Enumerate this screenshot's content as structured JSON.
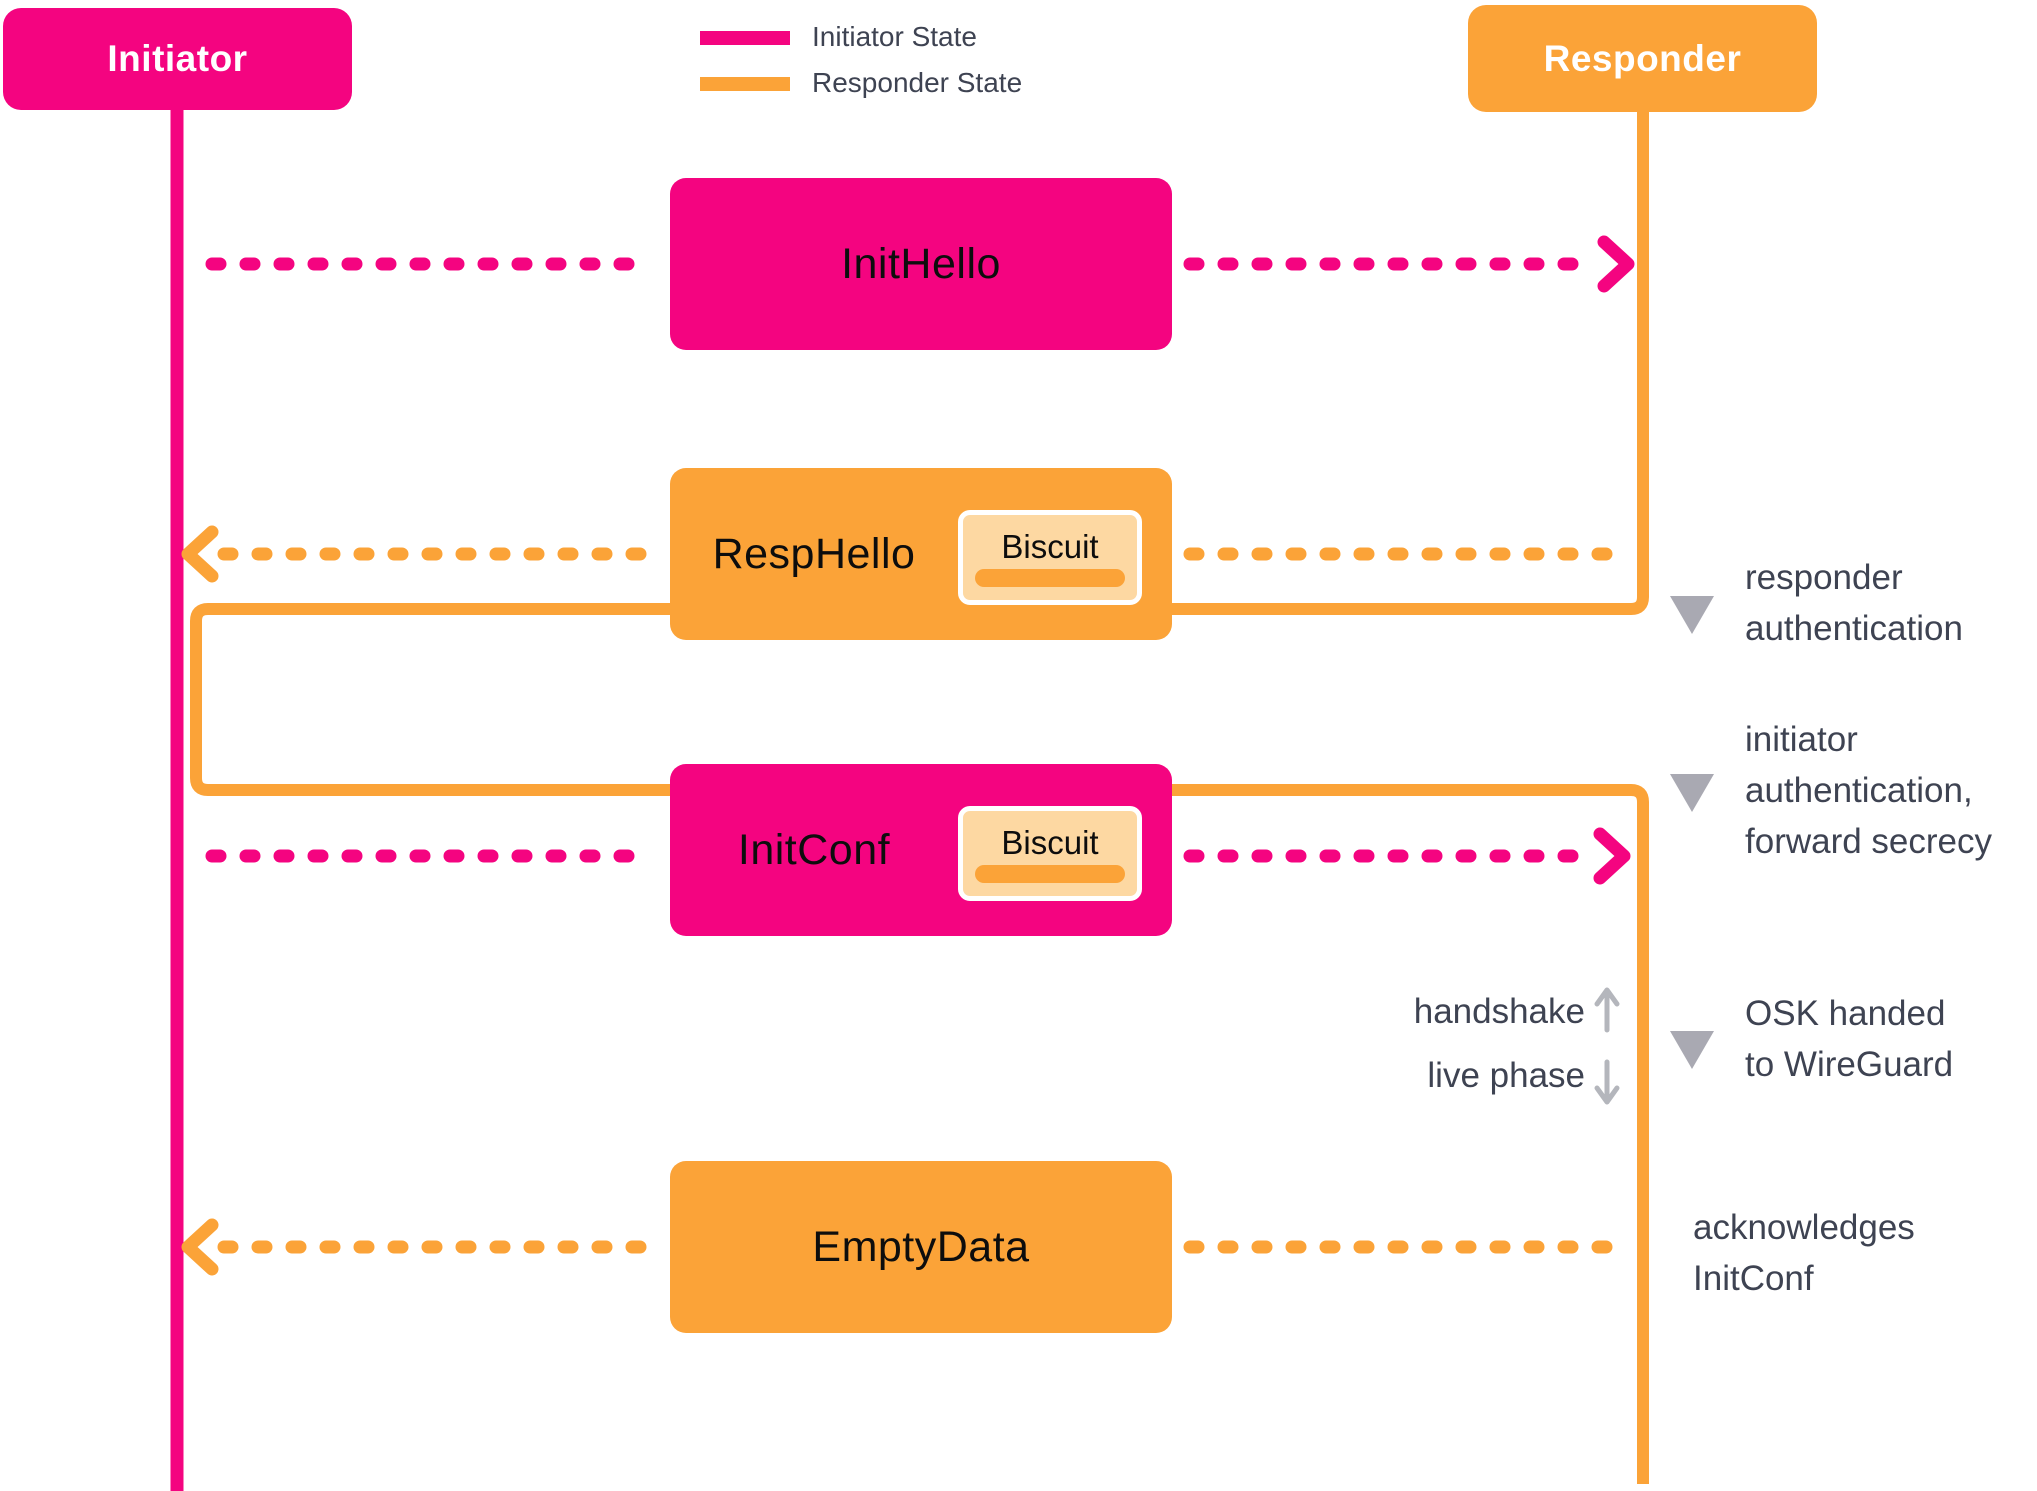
{
  "colors": {
    "pink": "#F40480",
    "orange": "#FBA338",
    "biscuit-fill": "#FDD8A2",
    "text-dark": "#3E4352",
    "gray": "#A9A9B2",
    "arrow-gray": "#B4B6BC"
  },
  "actors": {
    "initiator": "Initiator",
    "responder": "Responder"
  },
  "legend": {
    "initiator_state": "Initiator State",
    "responder_state": "Responder State"
  },
  "messages": {
    "init_hello": {
      "label": "InitHello",
      "direction": "initiator-to-responder"
    },
    "resp_hello": {
      "label": "RespHello",
      "direction": "responder-to-initiator",
      "biscuit": "Biscuit"
    },
    "init_conf": {
      "label": "InitConf",
      "direction": "initiator-to-responder",
      "biscuit": "Biscuit"
    },
    "empty_data": {
      "label": "EmptyData",
      "direction": "responder-to-initiator"
    }
  },
  "annotations": {
    "responder_auth": "responder\nauthentication",
    "initiator_auth": "initiator\nauthentication,\nforward secrecy",
    "osk": "OSK handed\nto WireGuard",
    "acknowledges": "acknowledges\nInitConf",
    "handshake": "handshake",
    "live_phase": "live phase"
  }
}
